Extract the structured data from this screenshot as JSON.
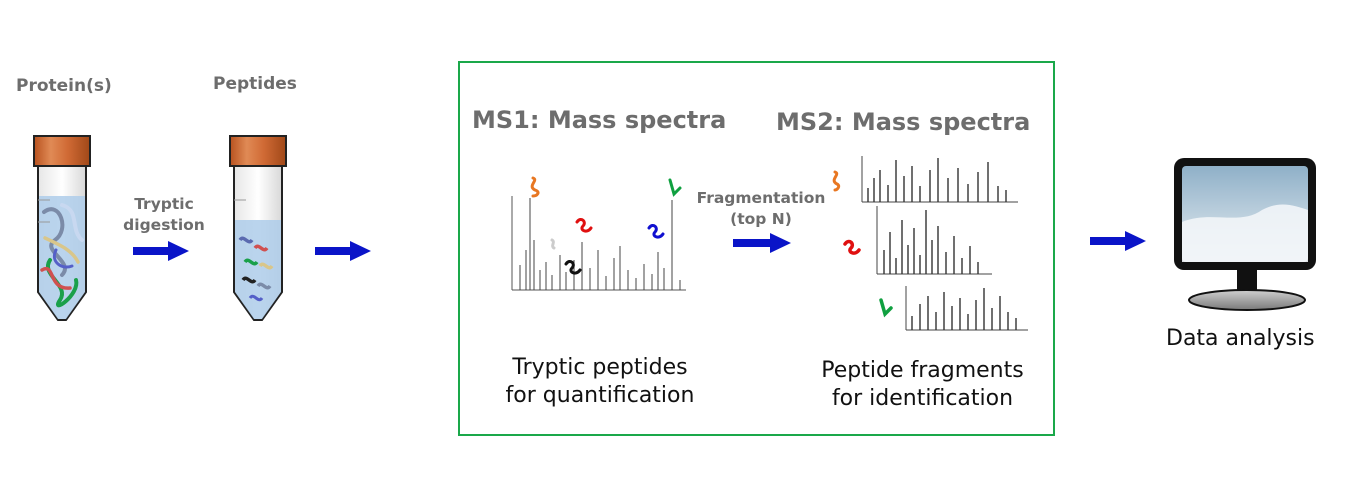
{
  "labels": {
    "proteins": "Protein(s)",
    "peptides": "Peptides",
    "digestion_line1": "Tryptic",
    "digestion_line2": "digestion",
    "ms1_title": "MS1: Mass spectra",
    "ms2_title": "MS2: Mass spectra",
    "fragmentation_line1": "Fragmentation",
    "fragmentation_line2": "(top N)",
    "ms1_caption_line1": "Tryptic peptides",
    "ms1_caption_line2": "for quantification",
    "ms2_caption_line1": "Peptide fragments",
    "ms2_caption_line2": "for identification",
    "data_analysis": "Data analysis"
  },
  "colors": {
    "arrow": "#0a14c8",
    "box_border": "#1aa84a",
    "label_gray": "#6d6d6d",
    "cap": "#c8632d",
    "peptide_orange": "#e87722",
    "peptide_red": "#e01010",
    "peptide_blue": "#1010d0",
    "peptide_green": "#10a040",
    "peptide_black": "#111111"
  }
}
